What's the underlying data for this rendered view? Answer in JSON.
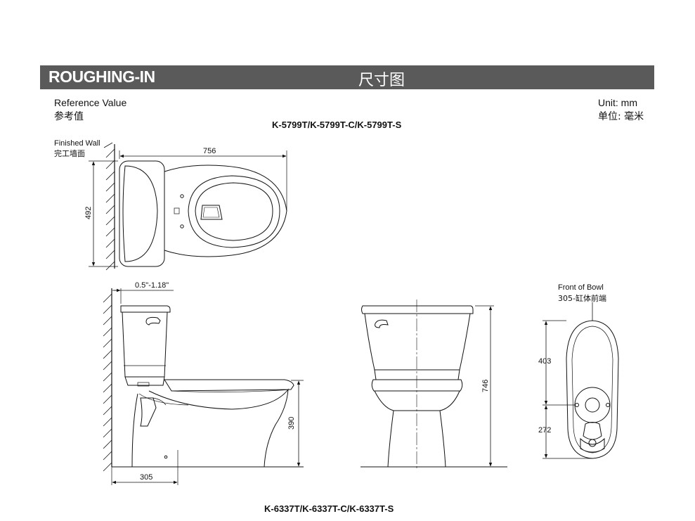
{
  "header": {
    "title_en": "ROUGHING-IN",
    "title_cn": "尺寸图"
  },
  "reference": {
    "en": "Reference Value",
    "cn": "参考值"
  },
  "unit": {
    "en": "Unit: mm",
    "cn": "单位: 毫米"
  },
  "models": {
    "top": "K-5799T/K-5799T-C/K-5799T-S",
    "bottom": "K-6337T/K-6337T-C/K-6337T-S"
  },
  "finished_wall": {
    "en": "Finished Wall",
    "cn": "完工墙面"
  },
  "front_of_bowl": {
    "en": "Front of Bowl",
    "cn": "305-缸体前端"
  },
  "dimensions": {
    "width_top": "756",
    "depth_top": "492",
    "wall_gap": "0.5\"-1.18\"",
    "rough_in": "305",
    "bowl_height": "390",
    "total_height": "746",
    "bowl_front": "403",
    "outlet_offset": "272"
  }
}
